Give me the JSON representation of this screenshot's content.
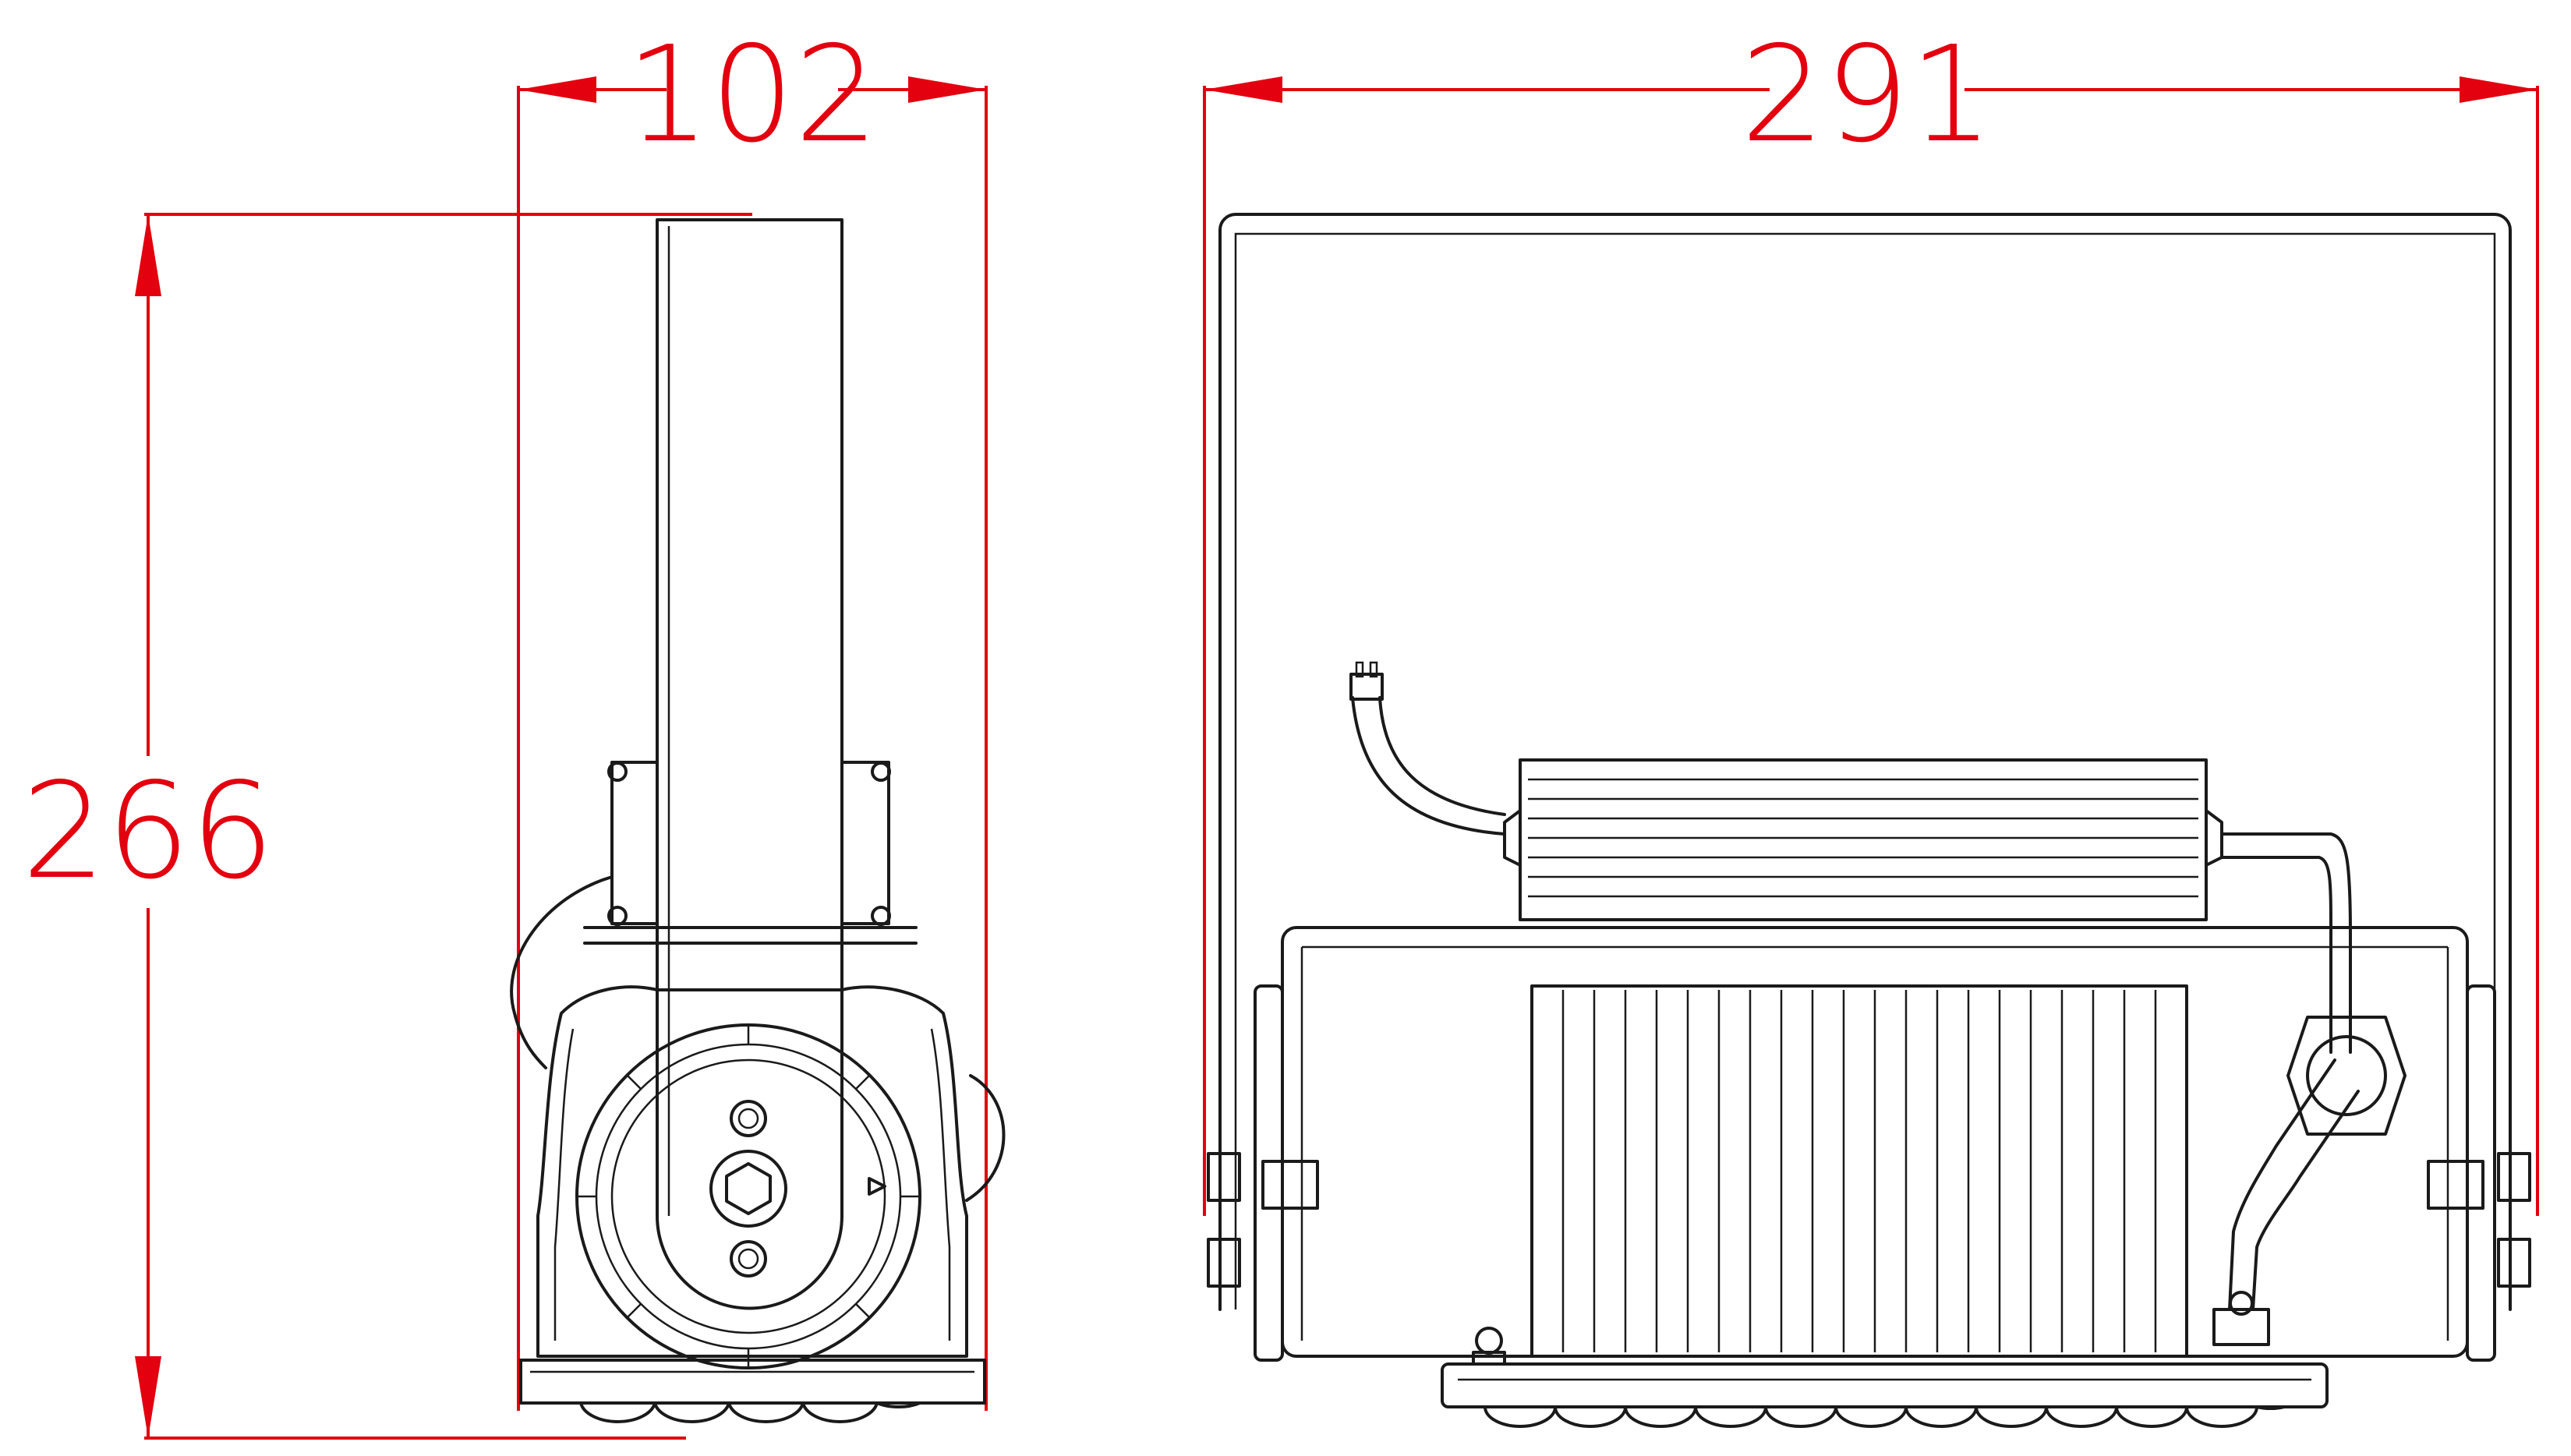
{
  "dimensions": {
    "width_side": "102",
    "width_front": "291",
    "height": "266"
  },
  "colors": {
    "dimension": "#e3000f",
    "outline": "#1a1a1a",
    "background": "#ffffff"
  }
}
